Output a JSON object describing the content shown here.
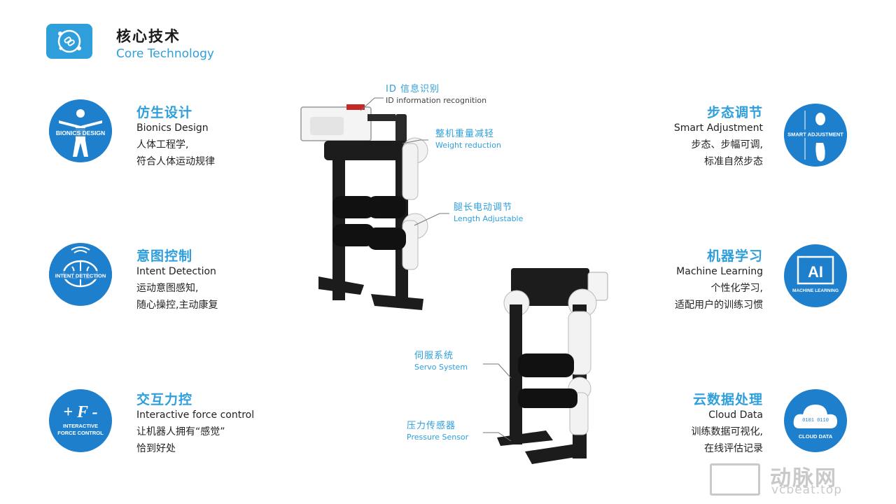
{
  "header": {
    "title": "核心技术",
    "subtitle": "Core Technology",
    "logo_icon": "link-network-icon"
  },
  "features_left": [
    {
      "title_cn": "仿生设计",
      "title_en": "Bionics Design",
      "desc_line1": "人体工程学,",
      "desc_line2": "符合人体运动规律",
      "badge_text": "BIONICS DESIGN",
      "icon": "human-figure-icon"
    },
    {
      "title_cn": "意图控制",
      "title_en": "Intent Detection",
      "desc_line1": "运动意图感知,",
      "desc_line2": "随心操控,主动康复",
      "badge_text": "INTENT DETECTION",
      "icon": "brain-icon"
    },
    {
      "title_cn": "交互力控",
      "title_en": "Interactive force control",
      "desc_line1": "让机器人拥有“感觉”",
      "desc_line2": "恰到好处",
      "badge_glyph": "+ F -",
      "badge_line1": "INTERACTIVE",
      "badge_line2": "FORCE CONTROL",
      "icon": "force-icon"
    }
  ],
  "features_right": [
    {
      "title_cn": "步态调节",
      "title_en": "Smart Adjustment",
      "desc_line1": "步态、步幅可调,",
      "desc_line2": "标准自然步态",
      "badge_text": "SMART ADJUSTMENT",
      "icon": "footprint-icon"
    },
    {
      "title_cn": "机器学习",
      "title_en": "Machine Learning",
      "desc_line1": "个性化学习,",
      "desc_line2": "适配用户的训练习惯",
      "badge_glyph": "AI",
      "badge_text": "MACHINE LEARNING",
      "icon": "ai-chip-icon"
    },
    {
      "title_cn": "云数据处理",
      "title_en": "Cloud Data",
      "desc_line1": "训练数据可视化,",
      "desc_line2": "在线评估记录",
      "badge_text": "CLOUD DATA",
      "icon": "cloud-data-icon"
    }
  ],
  "callouts": {
    "id": {
      "cn": "ID 信息识别",
      "en": "ID information recognition"
    },
    "weight": {
      "cn": "整机重量减轻",
      "en": "Weight reduction"
    },
    "length": {
      "cn": "腿长电动调节",
      "en": "Length Adjustable"
    },
    "servo": {
      "cn": "伺服系统",
      "en": "Servo System"
    },
    "pressure": {
      "cn": "压力传感器",
      "en": "Pressure Sensor"
    }
  },
  "watermark": {
    "cn": "动脉网",
    "url": "vcbeat.top"
  },
  "colors": {
    "accent": "#2f9fdc",
    "badge": "#1e7fcc",
    "frame": "#1c1c1c",
    "joint": "#f2f2f2"
  }
}
